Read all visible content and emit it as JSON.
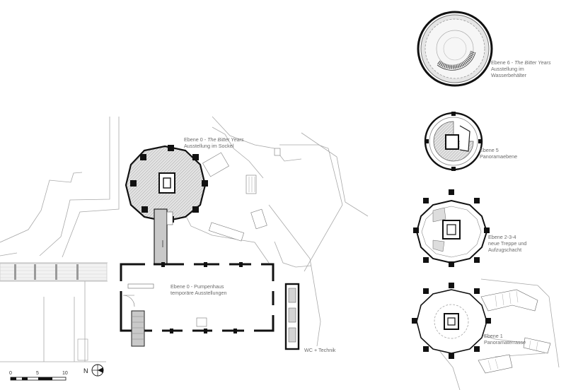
{
  "labels": {
    "level6": {
      "line1_prefix": "Ebene 6 - ",
      "line1_italic": "The Bitter Years",
      "line2": "Ausstellung im",
      "line3": "Wasserbehälter"
    },
    "level5": {
      "line1": "Ebene 5",
      "line2": "Panoramaebene"
    },
    "level234": {
      "line1": "Ebene 2-3-4",
      "line2": "neue Treppe und",
      "line3": "Aufzugschacht"
    },
    "level1": {
      "line1": "Ebene 1",
      "line2": "Panoramaterrasse"
    },
    "level0_tower": {
      "line1_prefix": "Ebene 0 - ",
      "line1_italic": "The Bitter Years",
      "line2": "Ausstellung im Sockel"
    },
    "level0_pumphouse": {
      "line1": "Ebene 0 - Pumpenhaus",
      "line2": "temporäre Ausstellungen"
    },
    "wc": "WC + Technik"
  },
  "scale_bar": {
    "ticks": [
      "0",
      "5",
      "10"
    ]
  },
  "north_arrow": {
    "letter": "N"
  }
}
